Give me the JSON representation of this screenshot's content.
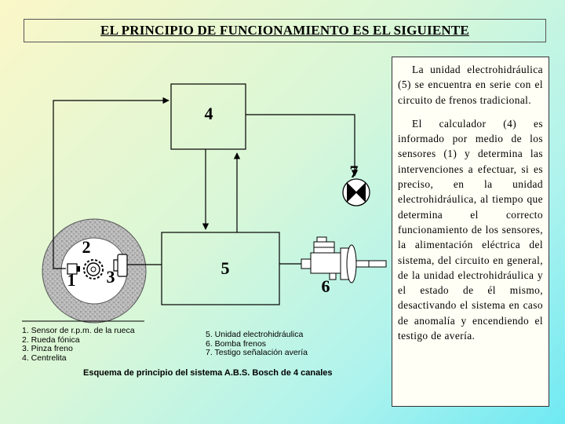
{
  "title": "EL PRINCIPIO DE FUNCIONAMIENTO ES EL SIGUIENTE",
  "diagram": {
    "labels": {
      "calculator": "4",
      "hydraulic_unit": "5",
      "warning_light": "7",
      "pump": "6",
      "sensor": "1",
      "tone_wheel": "2",
      "brake_caliper": "3"
    },
    "legend_left": [
      "1. Sensor de r.p.m. de la rueca",
      "2. Rueda fónica",
      "3. Pinza freno",
      "4. Centrelita"
    ],
    "legend_right": [
      "5. Unidad electrohidráulica",
      "6. Bomba frenos",
      "7. Testigo señalación avería"
    ],
    "caption": "Esquema de principio del sistema A.B.S. Bosch de 4 canales"
  },
  "text": {
    "paragraph1": "La unidad electrohidráulica (5) se encuentra en serie con el circuito de frenos tradicional.",
    "paragraph2": "El calculador (4) es informado por medio de los sensores (1) y determina las intervenciones a efectuar, si es preciso, en la unidad electrohidráulica, al tiempo que determina el correcto funcionamiento de los sensores, la alimentación eléctrica del sistema, del circuito en general, de la unidad electrohidráulica y el estado de él mismo, desactivando el sistema en caso de anomalía y encendiendo el testigo de avería."
  }
}
